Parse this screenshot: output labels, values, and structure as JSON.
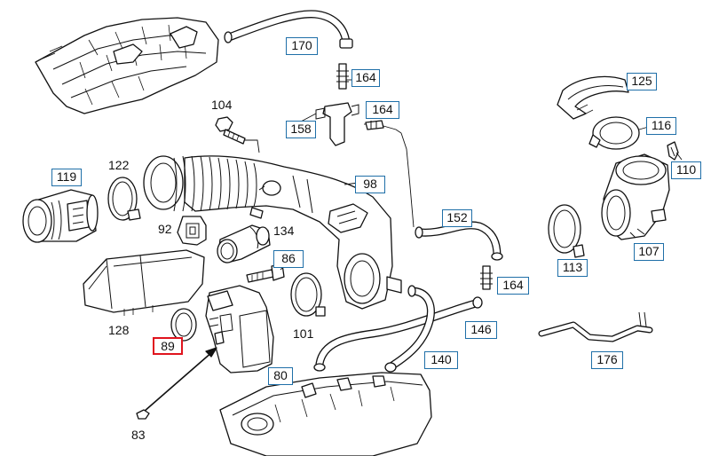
{
  "colors": {
    "callout_border": "#1f6fa8",
    "selected_border": "#e0141e",
    "line": "#111111",
    "background": "#ffffff"
  },
  "selected_part": "89",
  "callouts": {
    "p170": "170",
    "p164a": "164",
    "p164b": "164",
    "p158": "158",
    "p125": "125",
    "p116": "116",
    "p110": "110",
    "p119": "119",
    "p98": "98",
    "p152": "152",
    "p107": "107",
    "p113": "113",
    "p86": "86",
    "p164c": "164",
    "p146": "146",
    "p140": "140",
    "p176": "176",
    "p80": "80",
    "p89": "89"
  },
  "labels": {
    "p104": "104",
    "p122": "122",
    "p92": "92",
    "p134": "134",
    "p128": "128",
    "p101": "101",
    "p83": "83"
  }
}
